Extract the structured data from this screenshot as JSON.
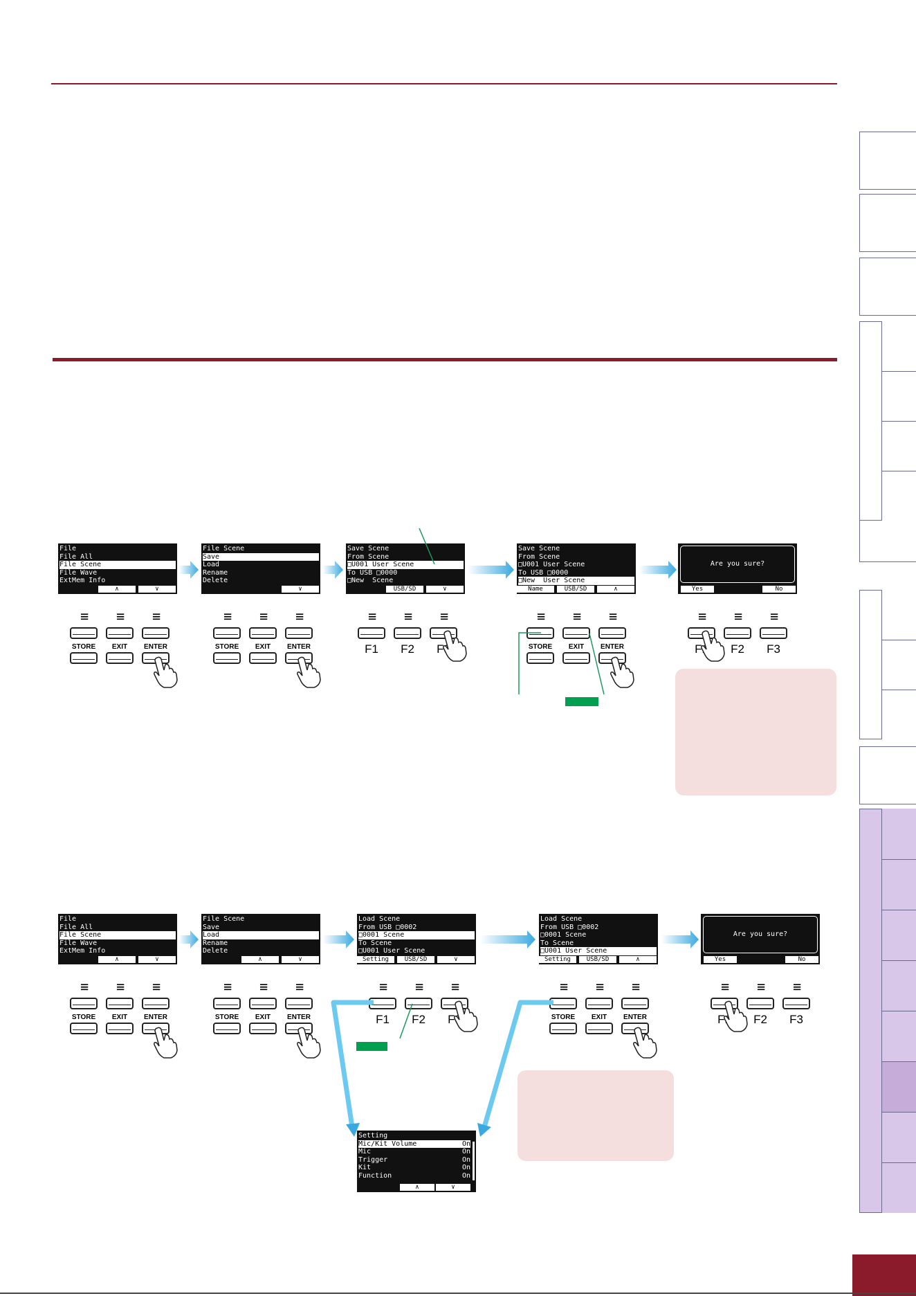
{
  "save_row": {
    "screens": [
      {
        "title": "File",
        "lines": [
          "File All",
          "File Scene",
          "File Wave",
          "ExtMem Info"
        ],
        "highlight": 1,
        "fkeys": [
          "",
          "^",
          "v"
        ]
      },
      {
        "title": "File Scene",
        "lines": [
          "Save",
          "Load",
          "Rename",
          "Delete"
        ],
        "highlight": 0,
        "fkeys": [
          "",
          "",
          "v"
        ]
      },
      {
        "title": "Save Scene",
        "lines": [
          "From Scene",
          "□U001 User Scene",
          "To USB □0000",
          "□New  Scene"
        ],
        "highlight": 1,
        "fkeys": [
          "",
          "USB/SD",
          "v"
        ]
      },
      {
        "title": "Save Scene",
        "lines": [
          "From Scene",
          "□U001 User Scene",
          "To USB □0000",
          "□New  User Scene"
        ],
        "highlight": 3,
        "fkeys": [
          "Name",
          "USB/SD",
          "^"
        ]
      },
      {
        "dialog": "Are you sure?",
        "fkeys": [
          "Yes",
          "",
          "No"
        ]
      }
    ]
  },
  "load_row": {
    "screens": [
      {
        "title": "File",
        "lines": [
          "File All",
          "File Scene",
          "File Wave",
          "ExtMem Info"
        ],
        "highlight": 1,
        "fkeys": [
          "",
          "^",
          "v"
        ]
      },
      {
        "title": "File Scene",
        "lines": [
          "Save",
          "Load",
          "Rename",
          "Delete"
        ],
        "highlight": 1,
        "fkeys": [
          "",
          "^",
          "v"
        ]
      },
      {
        "title": "Load Scene",
        "lines": [
          "From USB □0002",
          "□0001 Scene",
          "To Scene",
          "□U001 User Scene"
        ],
        "highlight": 1,
        "fkeys": [
          "Setting",
          "USB/SD",
          "v"
        ]
      },
      {
        "title": "Load Scene",
        "lines": [
          "From USB □0002",
          "□0001 Scene",
          "To Scene",
          "□U001 User Scene"
        ],
        "highlight": 3,
        "fkeys": [
          "Setting",
          "USB/SD",
          "^"
        ]
      },
      {
        "dialog": "Are you sure?",
        "fkeys": [
          "Yes",
          "",
          "No"
        ]
      }
    ],
    "setting_screen": {
      "title": "Setting",
      "rows": [
        [
          "Mic/Kit Volume",
          "On"
        ],
        [
          "Mic",
          "On"
        ],
        [
          "Trigger",
          "On"
        ],
        [
          "Kit",
          "On"
        ],
        [
          "Function",
          "On"
        ]
      ],
      "highlight": 0,
      "fkeys": [
        "",
        "^",
        "v"
      ]
    }
  },
  "buttons": {
    "store": "STORE",
    "exit": "EXIT",
    "enter": "ENTER",
    "f1": "F1",
    "f2": "F2",
    "f3": "F3"
  },
  "colors": {
    "accent": "#8b1a2b",
    "arrow": "#49b8e8",
    "note": "#f5dede",
    "tab_purple": "#d8c7e8",
    "green": "#00a050"
  }
}
